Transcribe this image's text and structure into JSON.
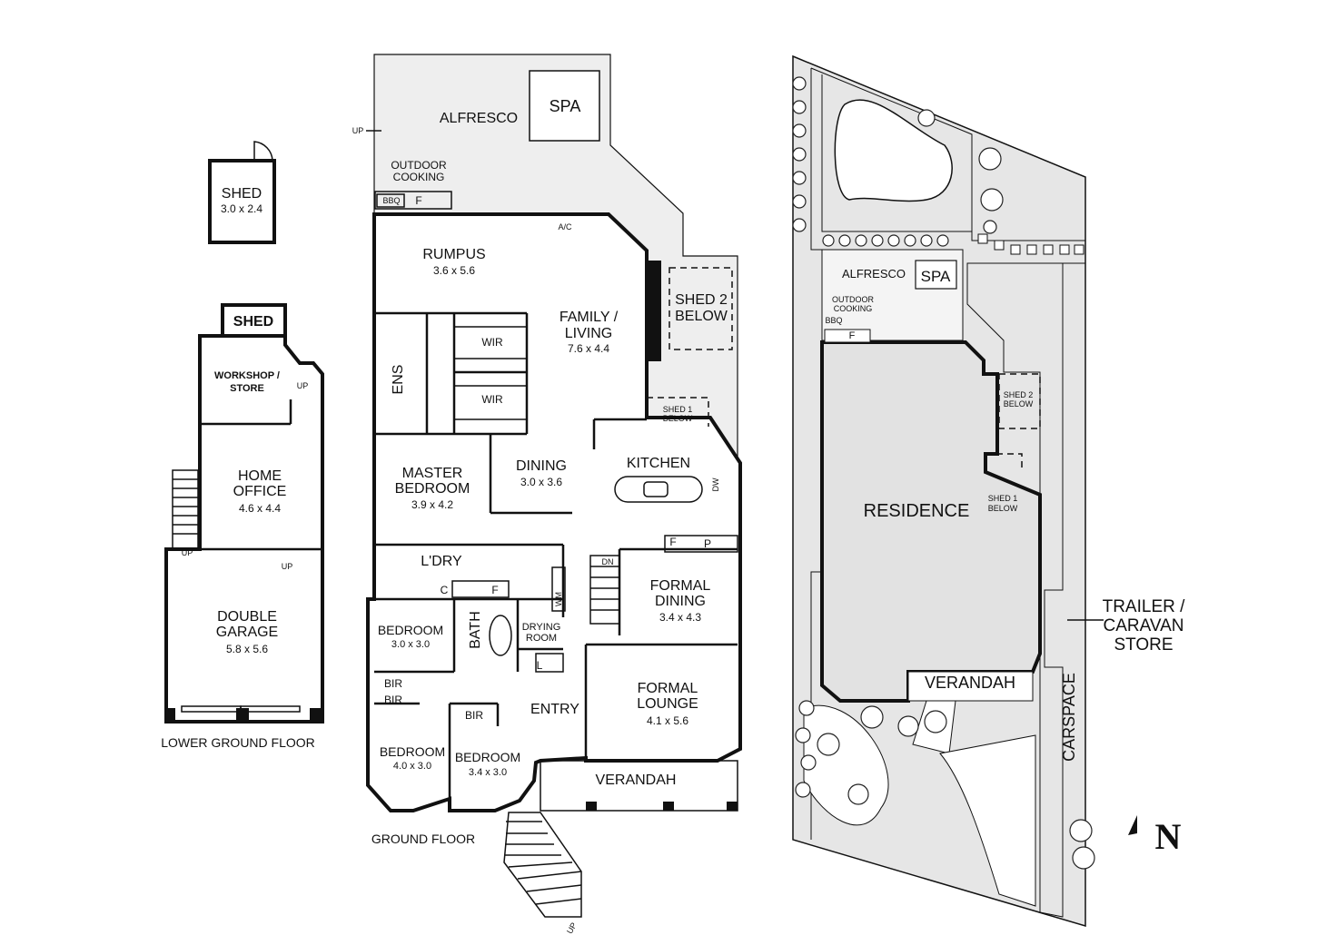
{
  "lower_ground": {
    "title": "LOWER GROUND FLOOR",
    "shed_detached": {
      "name": "SHED",
      "dims": "3.0 x 2.4"
    },
    "shed_small": {
      "name": "SHED"
    },
    "workshop": {
      "line1": "WORKSHOP /",
      "line2": "STORE"
    },
    "home_office": {
      "line1": "HOME",
      "line2": "OFFICE",
      "dims": "4.6 x 4.4"
    },
    "double_garage": {
      "line1": "DOUBLE",
      "line2": "GARAGE",
      "dims": "5.8 x 5.6"
    },
    "up_labels": [
      "UP",
      "UP",
      "UP"
    ]
  },
  "ground": {
    "title": "GROUND FLOOR",
    "alfresco": "ALFRESCO",
    "spa": "SPA",
    "up": "UP",
    "outdoor_cooking": {
      "line1": "OUTDOOR",
      "line2": "COOKING"
    },
    "bbq": "BBQ",
    "f": "F",
    "ac": "A/C",
    "rumpus": {
      "name": "RUMPUS",
      "dims": "3.6 x 5.6"
    },
    "family": {
      "line1": "FAMILY /",
      "line2": "LIVING",
      "dims": "7.6 x 4.4"
    },
    "shed2": {
      "line1": "SHED 2",
      "line2": "BELOW"
    },
    "shed1": {
      "line1": "SHED 1",
      "line2": "BELOW"
    },
    "wir": [
      "WIR",
      "WIR"
    ],
    "ens": "ENS",
    "master": {
      "line1": "MASTER",
      "line2": "BEDROOM",
      "dims": "3.9 x 4.2"
    },
    "dining": {
      "name": "DINING",
      "dims": "3.0 x 3.6"
    },
    "kitchen": "KITCHEN",
    "dw": "DW",
    "kitchen_f": "F",
    "pantry": "P",
    "laundry": "L'DRY",
    "cupboard": "C",
    "laundry_f": "F",
    "wm": "WM",
    "dn": "DN",
    "formal_dining": {
      "line1": "FORMAL",
      "line2": "DINING",
      "dims": "3.4 x 4.3"
    },
    "bedroom1": {
      "name": "BEDROOM",
      "dims": "3.0 x 3.0"
    },
    "bath": "BATH",
    "drying": {
      "line1": "DRYING",
      "line2": "ROOM"
    },
    "linen": "L",
    "bir": [
      "BIR",
      "BIR",
      "BIR"
    ],
    "entry": "ENTRY",
    "formal_lounge": {
      "line1": "FORMAL",
      "line2": "LOUNGE",
      "dims": "4.1 x 5.6"
    },
    "bedroom2": {
      "name": "BEDROOM",
      "dims": "4.0 x 3.0"
    },
    "bedroom3": {
      "name": "BEDROOM",
      "dims": "3.4 x 3.0"
    },
    "verandah": "VERANDAH",
    "stairs_up": "UP"
  },
  "site": {
    "alfresco": "ALFRESCO",
    "spa": "SPA",
    "outdoor_cooking": {
      "line1": "OUTDOOR",
      "line2": "COOKING"
    },
    "bbq": "BBQ",
    "f": "F",
    "shed2": {
      "line1": "SHED 2",
      "line2": "BELOW"
    },
    "shed1": {
      "line1": "SHED 1",
      "line2": "BELOW"
    },
    "residence": "RESIDENCE",
    "verandah": "VERANDAH",
    "trailer": {
      "line1": "TRAILER /",
      "line2": "CARAVAN",
      "line3": "STORE"
    },
    "carspace": "CARSPACE",
    "north": "N"
  }
}
